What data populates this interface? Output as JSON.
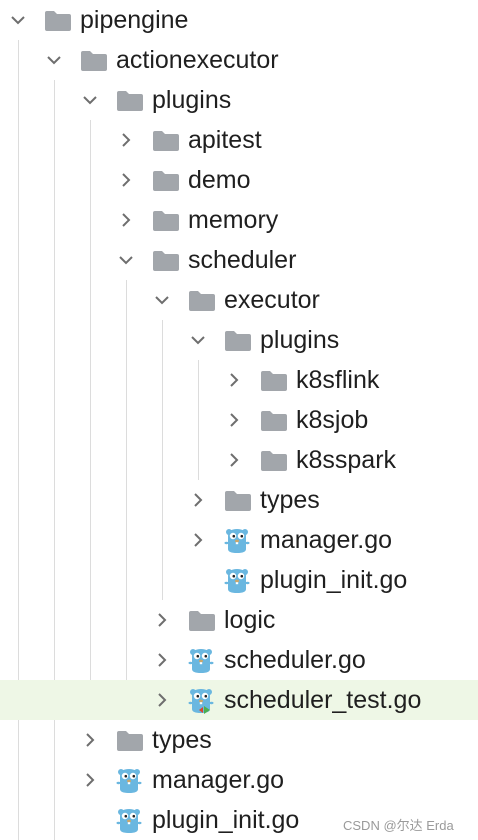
{
  "tree": [
    {
      "label": "pipengine",
      "depth": 0,
      "kind": "folder",
      "expanded": true,
      "icon": "folder-icon"
    },
    {
      "label": "actionexecutor",
      "depth": 1,
      "kind": "folder",
      "expanded": true,
      "icon": "folder-icon"
    },
    {
      "label": "plugins",
      "depth": 2,
      "kind": "folder",
      "expanded": true,
      "icon": "folder-icon"
    },
    {
      "label": "apitest",
      "depth": 3,
      "kind": "folder",
      "expanded": false,
      "icon": "folder-icon"
    },
    {
      "label": "demo",
      "depth": 3,
      "kind": "folder",
      "expanded": false,
      "icon": "folder-icon"
    },
    {
      "label": "memory",
      "depth": 3,
      "kind": "folder",
      "expanded": false,
      "icon": "folder-icon"
    },
    {
      "label": "scheduler",
      "depth": 3,
      "kind": "folder",
      "expanded": true,
      "icon": "folder-icon"
    },
    {
      "label": "executor",
      "depth": 4,
      "kind": "folder",
      "expanded": true,
      "icon": "folder-icon"
    },
    {
      "label": "plugins",
      "depth": 5,
      "kind": "folder",
      "expanded": true,
      "icon": "folder-icon"
    },
    {
      "label": "k8sflink",
      "depth": 6,
      "kind": "folder",
      "expanded": false,
      "icon": "folder-icon"
    },
    {
      "label": "k8sjob",
      "depth": 6,
      "kind": "folder",
      "expanded": false,
      "icon": "folder-icon"
    },
    {
      "label": "k8sspark",
      "depth": 6,
      "kind": "folder",
      "expanded": false,
      "icon": "folder-icon"
    },
    {
      "label": "types",
      "depth": 5,
      "kind": "folder",
      "expanded": false,
      "icon": "folder-icon"
    },
    {
      "label": "manager.go",
      "depth": 5,
      "kind": "gofile",
      "expanded": false,
      "icon": "go-gopher-icon"
    },
    {
      "label": "plugin_init.go",
      "depth": 5,
      "kind": "gofile",
      "expanded": null,
      "icon": "go-gopher-icon"
    },
    {
      "label": "logic",
      "depth": 4,
      "kind": "folder",
      "expanded": false,
      "icon": "folder-icon"
    },
    {
      "label": "scheduler.go",
      "depth": 4,
      "kind": "gofile",
      "expanded": false,
      "icon": "go-gopher-icon"
    },
    {
      "label": "scheduler_test.go",
      "depth": 4,
      "kind": "gotest",
      "expanded": false,
      "selected": true,
      "icon": "go-gopher-test-icon"
    },
    {
      "label": "types",
      "depth": 2,
      "kind": "folder",
      "expanded": false,
      "icon": "folder-icon"
    },
    {
      "label": "manager.go",
      "depth": 2,
      "kind": "gofile",
      "expanded": false,
      "icon": "go-gopher-icon"
    },
    {
      "label": "plugin_init.go",
      "depth": 2,
      "kind": "gofile",
      "expanded": null,
      "icon": "go-gopher-icon"
    }
  ],
  "watermark": "CSDN @尔达 Erda",
  "colors": {
    "folder": "#a2a6ab",
    "chevron": "#6e6e6e",
    "gopher": "#6ab7e0",
    "gopher_eye": "#ffffff",
    "test_marker_red": "#d9452f",
    "test_marker_green": "#4caf50",
    "selected_row": "#eef7e6",
    "guide_line": "#dcdcdc"
  }
}
